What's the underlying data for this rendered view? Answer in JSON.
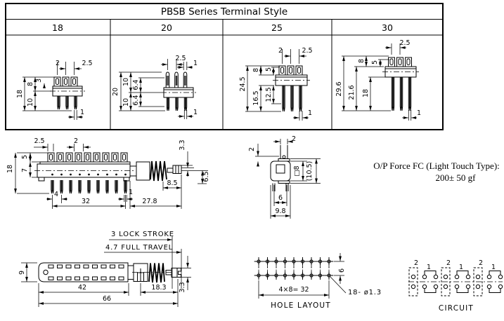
{
  "table": {
    "title": "PBSB Series Terminal Style",
    "cells": [
      {
        "label": "18",
        "dims": {
          "top_a": "2",
          "top_b": "2.5",
          "total": "18",
          "upper": "8",
          "lower": "10",
          "slot": "3",
          "pin": "1"
        }
      },
      {
        "label": "20",
        "dims": {
          "top_a": "2.5",
          "top_b": "1",
          "total": "20",
          "upper": "10",
          "lower": "10",
          "mid_a": "6.4",
          "mid_b": "6.4",
          "pin": "1"
        }
      },
      {
        "label": "25",
        "dims": {
          "top_a": "2",
          "top_b": "2.5",
          "total": "24.5",
          "upper": "8",
          "lower": "16.5",
          "mid_a": "5",
          "mid_b": "12.5",
          "pin": "1"
        }
      },
      {
        "label": "30",
        "dims": {
          "top_a": "2.5",
          "total": "29.6",
          "upper": "8",
          "mid_a": "5",
          "lower": "21.6",
          "pin_len": "18",
          "pin": "1"
        }
      }
    ]
  },
  "side_view": {
    "dims": {
      "edge": "2.5",
      "pitch": "2",
      "lug": "5",
      "upper": "7",
      "total": "18",
      "pin_pitch": "4",
      "span": "32",
      "pin": "1",
      "ext": "27.8",
      "tip": "8.5",
      "tip_h": "3.3",
      "shaft": "6.5"
    }
  },
  "front_view": {
    "dims": {
      "stem": "2",
      "collar": "2",
      "square": "□8",
      "overall": "(10.5)",
      "inner": "6",
      "width": "9.8"
    }
  },
  "force_note": {
    "line1": "O/P Force  FC (Light Touch Type):",
    "line2": "200± 50 gf"
  },
  "top_view": {
    "lock_stroke": "3  LOCK  STROKE",
    "full_travel": "4.7  FULL  TRAVEL",
    "dims": {
      "height": "9",
      "body": "42",
      "plunger": "18.3",
      "total": "66",
      "tip": "3.3"
    }
  },
  "hole_layout": {
    "label": "HOLE  LAYOUT",
    "width": "4×8= 32",
    "gap": "6",
    "note": "18- ø1.3"
  },
  "circuit": {
    "label": "CIRCUIT",
    "groups": [
      {
        "pole": "2",
        "throw": "1"
      },
      {
        "pole": "2",
        "throw": "1"
      },
      {
        "pole": "2",
        "throw": "1"
      }
    ]
  }
}
